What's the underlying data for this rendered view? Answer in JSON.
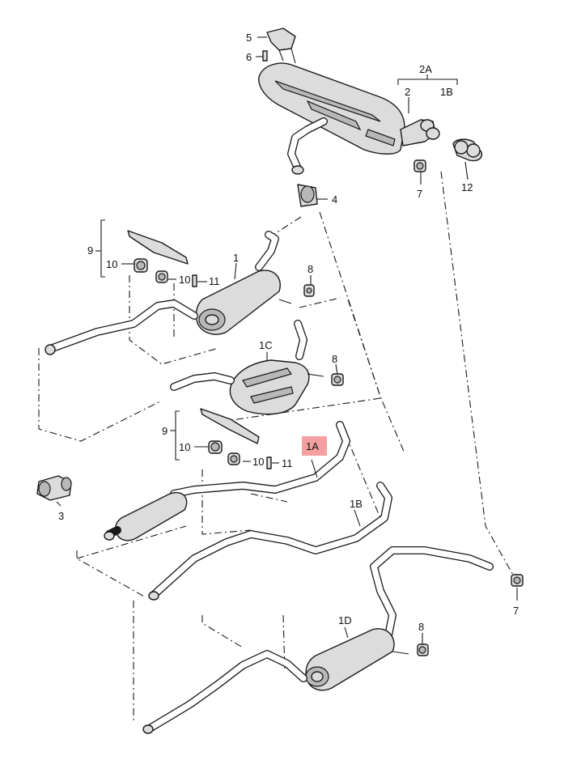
{
  "labels": {
    "l5": "5",
    "l6": "6",
    "l2a": "2A",
    "l2": "2",
    "l1b_top": "1B",
    "l4": "4",
    "l7_top": "7",
    "l12": "12",
    "l9_top": "9",
    "l10_top_a": "10",
    "l10_top_b": "10",
    "l11_top": "11",
    "l1": "1",
    "l8_a": "8",
    "l1c": "1C",
    "l8_b": "8",
    "l9_bot": "9",
    "l10_bot_a": "10",
    "l10_bot_b": "10",
    "l11_bot": "11",
    "l1a": "1A",
    "l3": "3",
    "l1b_mid": "1B",
    "l7_bot": "7",
    "l1d": "1D",
    "l8_c": "8"
  },
  "colors": {
    "highlight": "#f4a0a0",
    "line": "#1a1a1a",
    "part_fill": "#dcdcdc"
  }
}
